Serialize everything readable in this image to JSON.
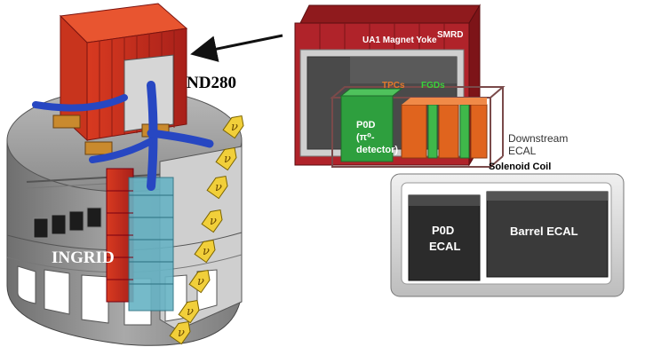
{
  "labels": {
    "nd280": "ND280",
    "ingrid": "INGRID",
    "ua1_magnet_yoke": "UA1 Magnet Yoke",
    "smrd": "SMRD",
    "tpcs": "TPCs",
    "fgds": "FGDs",
    "p0d": "P0D",
    "p0d_pi0": "(π⁰-",
    "p0d_detector": "detector)",
    "downstream": "Downstream",
    "ecal": "ECAL",
    "solenoid_coil": "Solenoid Coil",
    "p0d_ecal_line1": "P0D",
    "p0d_ecal_line2": "ECAL",
    "barrel_ecal": "Barrel ECAL",
    "nu": "ν"
  },
  "colors": {
    "magnet_red": "#b01c20",
    "magnet_dark_red": "#7d1418",
    "tpc_orange": "#e0641e",
    "fgd_green": "#3fb84a",
    "p0d_green": "#2f9a3c",
    "pit_grey": "#9a9a9a",
    "beam_blue": "#1f3fb0",
    "ingrid_red": "#c42a1e",
    "ingrid_cyan": "#5fb6c8",
    "neutrino_yellow": "#f1cf3a",
    "ecal_dark": "#3a3a3a",
    "label_orange": "#e5792a",
    "label_green": "#39d33a"
  }
}
